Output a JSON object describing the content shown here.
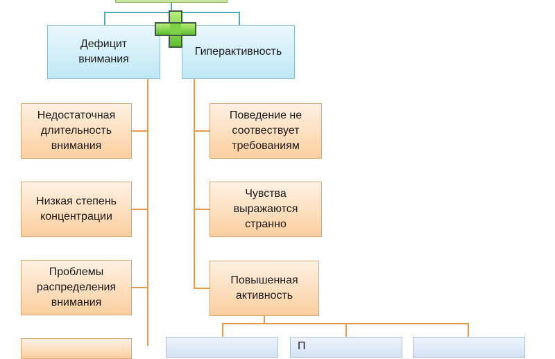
{
  "diagram": {
    "top_box": {
      "label": ""
    },
    "plus_icon": "plus-icon",
    "left_head": {
      "label": "Дефицит\nвнимания"
    },
    "right_head": {
      "label": "Гиперактивность"
    },
    "left_items": [
      {
        "label": "Недостаточная\nдлительность\nвнимания"
      },
      {
        "label": "Низкая степень\nконцентрации"
      },
      {
        "label": "Проблемы\nраспределения\nвнимания"
      },
      {
        "label": ""
      }
    ],
    "right_items": [
      {
        "label": "Поведение не\nсоотвествует\nтребованиям"
      },
      {
        "label": "Чувства\nвыражаются\nстранно"
      },
      {
        "label": "Повышенная\nактивность"
      }
    ],
    "bottom_items": [
      {
        "label": ""
      },
      {
        "label": "П"
      },
      {
        "label": ""
      }
    ],
    "colors": {
      "head_fill": "#bfe8f6",
      "item_fill": "#fbcf9f",
      "connector_teal": "#4fa6c6",
      "connector_orange": "#e59a4a",
      "plus_green": "#5fbf2f"
    }
  }
}
